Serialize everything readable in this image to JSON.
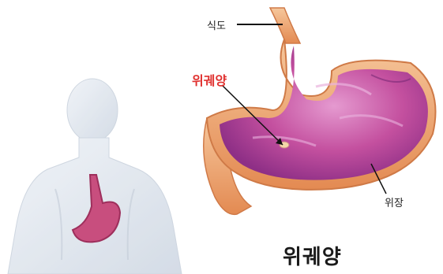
{
  "labels": {
    "esophagus": "식도",
    "ulcer": "위궤양",
    "stomach": "위장"
  },
  "caption": "위궤양",
  "colors": {
    "ulcer_label": "#e0302e",
    "stomach_inner": "#b53d8f",
    "stomach_wall": "#f2b07a",
    "body_silhouette": "#dfe6ef"
  }
}
